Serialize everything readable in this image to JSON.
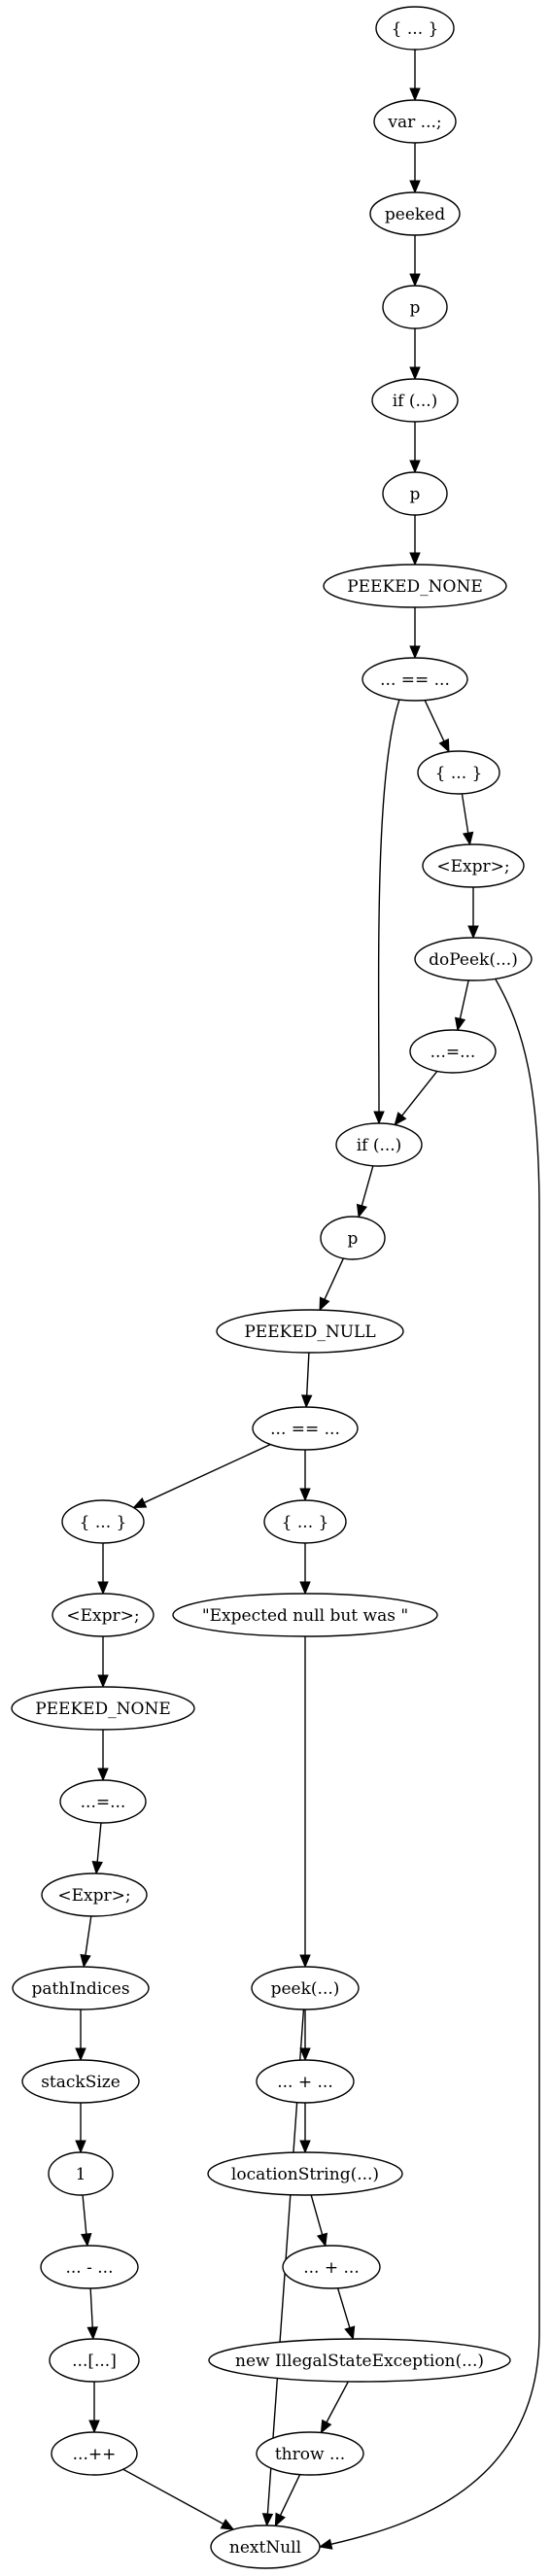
{
  "nodes": [
    {
      "id": "n1",
      "label": "{ ... }"
    },
    {
      "id": "n2",
      "label": "var ...;"
    },
    {
      "id": "n3",
      "label": "peeked"
    },
    {
      "id": "n4",
      "label": "p"
    },
    {
      "id": "n5",
      "label": "if (...)"
    },
    {
      "id": "n6",
      "label": "p"
    },
    {
      "id": "n7",
      "label": "PEEKED_NONE"
    },
    {
      "id": "n8",
      "label": "... == ..."
    },
    {
      "id": "n9",
      "label": "{ ... }"
    },
    {
      "id": "n10",
      "label": "<Expr>;"
    },
    {
      "id": "n11",
      "label": "doPeek(...)"
    },
    {
      "id": "n12",
      "label": "...=..."
    },
    {
      "id": "n13",
      "label": "if (...)"
    },
    {
      "id": "n14",
      "label": "p"
    },
    {
      "id": "n15",
      "label": "PEEKED_NULL"
    },
    {
      "id": "n16",
      "label": "... == ..."
    },
    {
      "id": "n17",
      "label": "{ ... }"
    },
    {
      "id": "n18",
      "label": "{ ... }"
    },
    {
      "id": "n19",
      "label": "<Expr>;"
    },
    {
      "id": "n20",
      "label": "\"Expected null but was \""
    },
    {
      "id": "n21",
      "label": "PEEKED_NONE"
    },
    {
      "id": "n22",
      "label": "...=..."
    },
    {
      "id": "n23",
      "label": "<Expr>;"
    },
    {
      "id": "n24",
      "label": "pathIndices"
    },
    {
      "id": "n25",
      "label": "peek(...)"
    },
    {
      "id": "n26",
      "label": "stackSize"
    },
    {
      "id": "n27",
      "label": "... + ..."
    },
    {
      "id": "n28",
      "label": "1"
    },
    {
      "id": "n29",
      "label": "locationString(...)"
    },
    {
      "id": "n30",
      "label": "... - ..."
    },
    {
      "id": "n31",
      "label": "... + ..."
    },
    {
      "id": "n32",
      "label": "...[...]"
    },
    {
      "id": "n33",
      "label": "new IllegalStateException(...)"
    },
    {
      "id": "n34",
      "label": "...++"
    },
    {
      "id": "n35",
      "label": "throw ..."
    },
    {
      "id": "n36",
      "label": "nextNull"
    }
  ],
  "edges": [
    [
      "n1",
      "n2"
    ],
    [
      "n2",
      "n3"
    ],
    [
      "n3",
      "n4"
    ],
    [
      "n4",
      "n5"
    ],
    [
      "n5",
      "n6"
    ],
    [
      "n6",
      "n7"
    ],
    [
      "n7",
      "n8"
    ],
    [
      "n8",
      "n9"
    ],
    [
      "n8",
      "n13"
    ],
    [
      "n9",
      "n10"
    ],
    [
      "n10",
      "n11"
    ],
    [
      "n11",
      "n12"
    ],
    [
      "n11",
      "n36"
    ],
    [
      "n12",
      "n13"
    ],
    [
      "n13",
      "n14"
    ],
    [
      "n14",
      "n15"
    ],
    [
      "n15",
      "n16"
    ],
    [
      "n16",
      "n17"
    ],
    [
      "n16",
      "n18"
    ],
    [
      "n17",
      "n19"
    ],
    [
      "n18",
      "n20"
    ],
    [
      "n19",
      "n21"
    ],
    [
      "n21",
      "n22"
    ],
    [
      "n22",
      "n23"
    ],
    [
      "n23",
      "n24"
    ],
    [
      "n24",
      "n26"
    ],
    [
      "n26",
      "n28"
    ],
    [
      "n28",
      "n30"
    ],
    [
      "n30",
      "n32"
    ],
    [
      "n32",
      "n34"
    ],
    [
      "n34",
      "n36"
    ],
    [
      "n20",
      "n25"
    ],
    [
      "n25",
      "n27"
    ],
    [
      "n25",
      "n36"
    ],
    [
      "n27",
      "n29"
    ],
    [
      "n29",
      "n31"
    ],
    [
      "n31",
      "n33"
    ],
    [
      "n33",
      "n35"
    ],
    [
      "n35",
      "n36"
    ]
  ]
}
